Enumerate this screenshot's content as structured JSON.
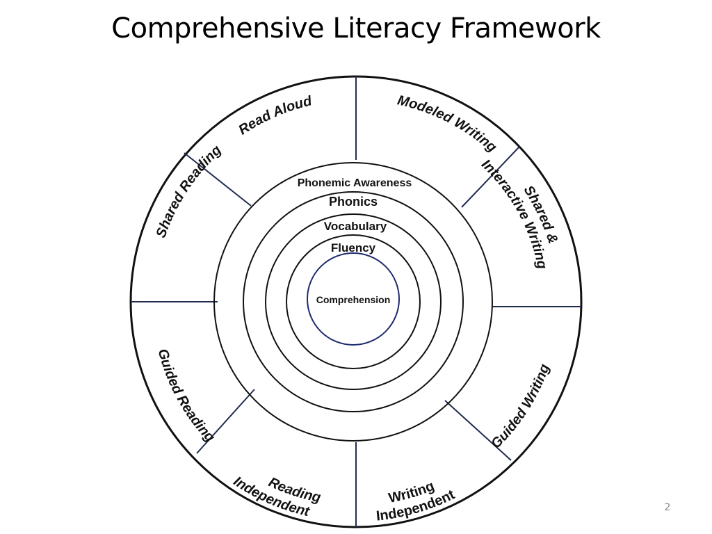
{
  "title": "Comprehensive Literacy Framework",
  "slide_number": "2",
  "colors": {
    "outline": "#111111",
    "divider": "#1f2a4e",
    "center_outline": "#1f2a6e",
    "page_number": "#8a8a8a"
  },
  "outer_sections": {
    "read_aloud": "Read Aloud",
    "modeled_writing": "Modeled Writing",
    "shared_interactive_writing_line1": "Shared &",
    "shared_interactive_writing_line2": "Interactive Writing",
    "guided_writing": "Guided Writing",
    "independent_writing_line1": "Independent",
    "independent_writing_line2": "Writing",
    "independent_reading_line1": "Independent",
    "independent_reading_line2": "Reading",
    "guided_reading": "Guided Reading",
    "shared_reading": "Shared Reading"
  },
  "rings": {
    "phonemic_awareness": "Phonemic Awareness",
    "phonics": "Phonics",
    "vocabulary": "Vocabulary",
    "fluency": "Fluency",
    "comprehension": "Comprehension"
  }
}
